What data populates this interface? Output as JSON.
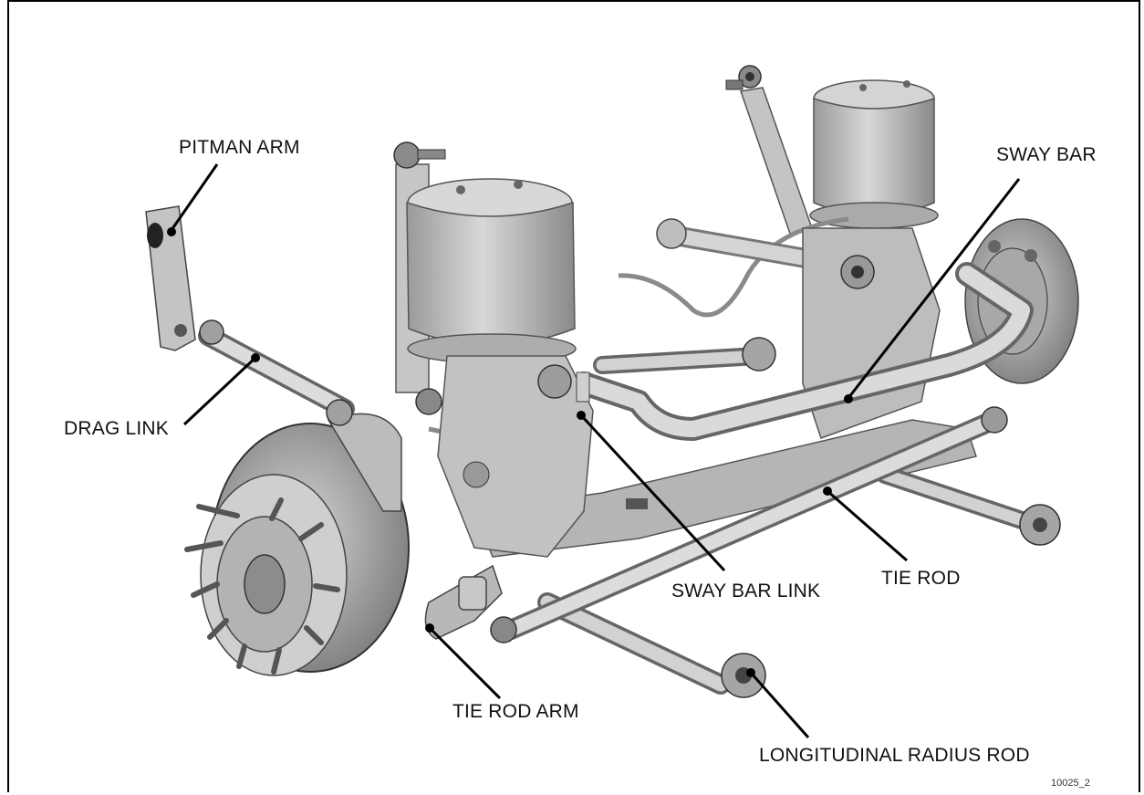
{
  "diagram": {
    "labels": {
      "pitman_arm": "PITMAN ARM",
      "drag_link": "DRAG LINK",
      "sway_bar": "SWAY BAR",
      "sway_bar_link": "SWAY BAR LINK",
      "tie_rod": "TIE ROD",
      "tie_rod_arm": "TIE ROD ARM",
      "longitudinal_radius_rod": "LONGITUDINAL RADIUS ROD"
    },
    "figure_id": "10025_2"
  },
  "colors": {
    "part_fill": "#c9c9c9",
    "part_shade": "#8f8f8f",
    "part_dark": "#5e5e5e",
    "leader": "#000000"
  }
}
